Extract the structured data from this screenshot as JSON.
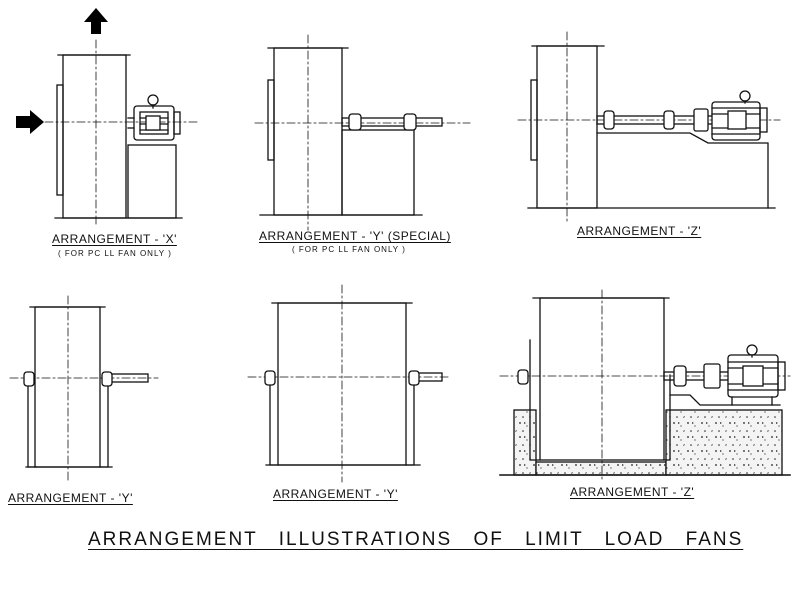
{
  "page": {
    "title": "ARRANGEMENT ILLUSTRATIONS OF LIMIT LOAD FANS"
  },
  "arrangements": [
    {
      "label": "ARRANGEMENT - 'X'",
      "note": "( FOR PC LL FAN ONLY )"
    },
    {
      "label": "ARRANGEMENT - 'Y' (SPECIAL)",
      "note": "( FOR PC LL FAN ONLY )"
    },
    {
      "label": "ARRANGEMENT - 'Z'"
    },
    {
      "label": "ARRANGEMENT - 'Y'"
    },
    {
      "label": "ARRANGEMENT - 'Y'"
    },
    {
      "label": "ARRANGEMENT - 'Z'"
    }
  ],
  "colors": {
    "ink": "#111111",
    "paper": "#ffffff",
    "concrete": "#f2f2f2"
  },
  "icons": [
    "outlet-arrow-icon",
    "inlet-arrow-icon"
  ]
}
